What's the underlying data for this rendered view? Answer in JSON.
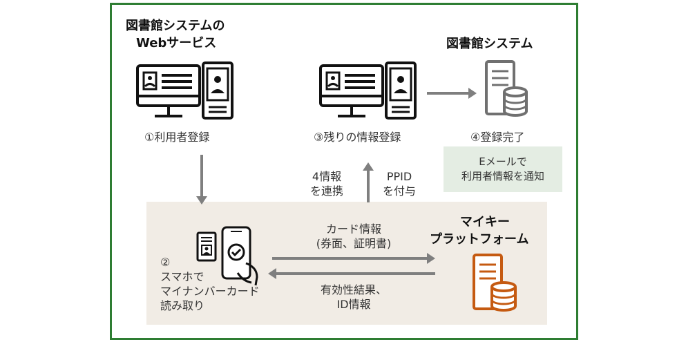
{
  "web_service": {
    "title_line1": "図書館システムの",
    "title_line2": "Webサービス"
  },
  "library_system": {
    "title": "図書館システム"
  },
  "steps": {
    "step1": "①利用者登録",
    "step2_num": "②",
    "step2_line1": "スマホで",
    "step2_line2": "マイナンバーカード",
    "step2_line3": "読み取り",
    "step3": "③残りの情報登録",
    "step4": "④登録完了"
  },
  "notification": {
    "line1": "Eメールで",
    "line2": "利用者情報を通知"
  },
  "flow_labels": {
    "left_up_line1": "4情報",
    "left_up_line2": "を連携",
    "right_up_line1": "PPID",
    "right_up_line2": "を付与",
    "card_line1": "カード情報",
    "card_line2": "(券面、証明書)",
    "result_line1": "有効性結果、",
    "result_line2": "ID情報"
  },
  "mykey": {
    "title_line1": "マイキー",
    "title_line2": "プラットフォーム"
  },
  "colors": {
    "border_green": "#2e7d32",
    "arrow_gray": "#7f7f7f",
    "orange": "#c55a11",
    "beige": "#f1ece5",
    "note_green": "#e4ede3"
  }
}
